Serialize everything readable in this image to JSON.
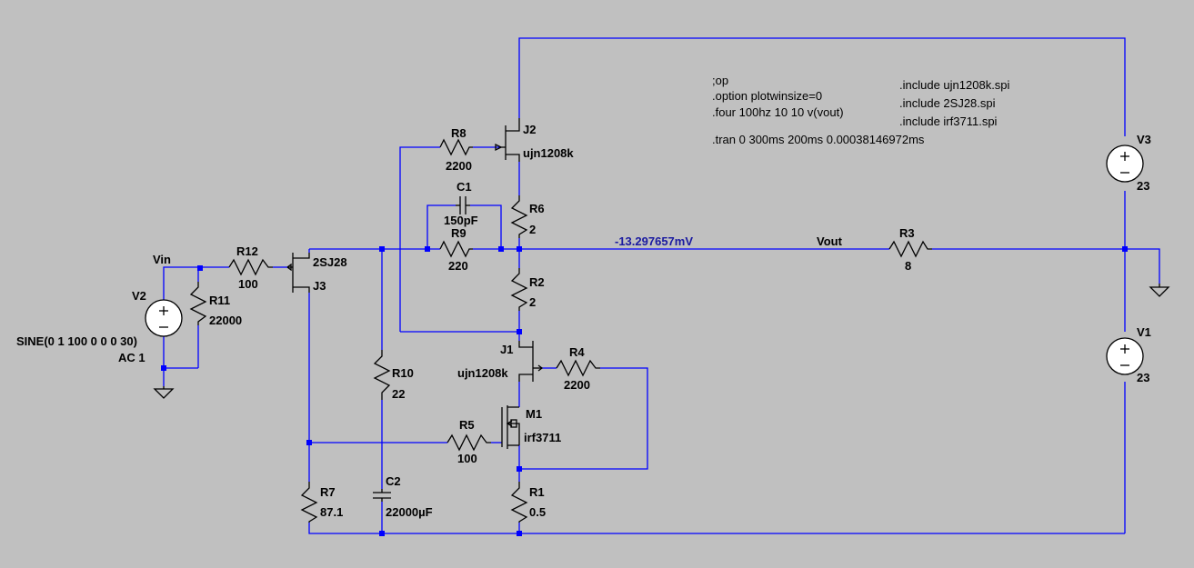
{
  "directives": {
    "op": ";op",
    "option": ".option plotwinsize=0",
    "four": ".four 100hz 10 10 v(vout)",
    "tran": ".tran 0 300ms 200ms 0.00038146972ms",
    "include1": ".include ujn1208k.spi",
    "include2": ".include 2SJ28.spi",
    "include3": ".include irf3711.spi"
  },
  "nets": {
    "vin": "Vin",
    "vout": "Vout",
    "node_voltage": "-13.297657mV"
  },
  "components": {
    "r8": {
      "name": "R8",
      "value": "2200"
    },
    "r9": {
      "name": "R9",
      "value": "220"
    },
    "c1": {
      "name": "C1",
      "value": "150pF"
    },
    "r6": {
      "name": "R6",
      "value": "2"
    },
    "r2": {
      "name": "R2",
      "value": "2"
    },
    "r3": {
      "name": "R3",
      "value": "8"
    },
    "r12": {
      "name": "R12",
      "value": "100"
    },
    "r11": {
      "name": "R11",
      "value": "22000"
    },
    "r10": {
      "name": "R10",
      "value": "22"
    },
    "c2": {
      "name": "C2",
      "value": "22000µF"
    },
    "r7": {
      "name": "R7",
      "value": "87.1"
    },
    "r5": {
      "name": "R5",
      "value": "100"
    },
    "r4": {
      "name": "R4",
      "value": "2200"
    },
    "r1": {
      "name": "R1",
      "value": "0.5"
    },
    "j2": {
      "name": "J2",
      "model": "ujn1208k"
    },
    "j1": {
      "name": "J1",
      "model": "ujn1208k"
    },
    "j3": {
      "name": "J3",
      "model": "2SJ28"
    },
    "m1": {
      "name": "M1",
      "model": "irf3711"
    },
    "v1": {
      "name": "V1",
      "value": "23"
    },
    "v2": {
      "name": "V2",
      "value": "SINE(0 1 100 0 0 0 30)",
      "ac": "AC 1"
    },
    "v3": {
      "name": "V3",
      "value": "23"
    }
  }
}
